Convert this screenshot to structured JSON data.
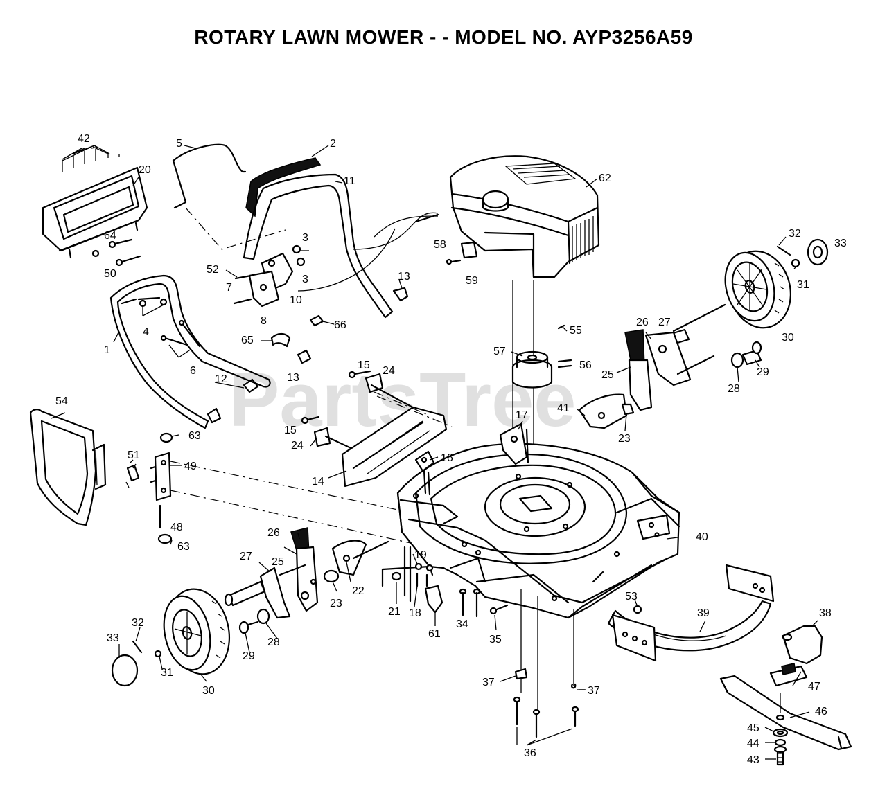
{
  "title": "ROTARY LAWN MOWER - - MODEL NO.  AYP3256A59",
  "watermark": "PartsTree",
  "callouts": [
    {
      "id": "c42",
      "label": "42"
    },
    {
      "id": "c20",
      "label": "20"
    },
    {
      "id": "c64",
      "label": "64"
    },
    {
      "id": "c50",
      "label": "50"
    },
    {
      "id": "c5",
      "label": "5"
    },
    {
      "id": "c2",
      "label": "2"
    },
    {
      "id": "c11",
      "label": "11"
    },
    {
      "id": "c62",
      "label": "62"
    },
    {
      "id": "c58",
      "label": "58"
    },
    {
      "id": "c59",
      "label": "59"
    },
    {
      "id": "c32a",
      "label": "32"
    },
    {
      "id": "c33a",
      "label": "33"
    },
    {
      "id": "c31a",
      "label": "31"
    },
    {
      "id": "c30a",
      "label": "30"
    },
    {
      "id": "c3a",
      "label": "3"
    },
    {
      "id": "c3b",
      "label": "3"
    },
    {
      "id": "c52",
      "label": "52"
    },
    {
      "id": "c7",
      "label": "7"
    },
    {
      "id": "c10",
      "label": "10"
    },
    {
      "id": "c8",
      "label": "8"
    },
    {
      "id": "c13a",
      "label": "13"
    },
    {
      "id": "c66",
      "label": "66"
    },
    {
      "id": "c65",
      "label": "65"
    },
    {
      "id": "c13b",
      "label": "13"
    },
    {
      "id": "c4",
      "label": "4"
    },
    {
      "id": "c1",
      "label": "1"
    },
    {
      "id": "c6",
      "label": "6"
    },
    {
      "id": "c12",
      "label": "12"
    },
    {
      "id": "c55",
      "label": "55"
    },
    {
      "id": "c57",
      "label": "57"
    },
    {
      "id": "c56",
      "label": "56"
    },
    {
      "id": "c26a",
      "label": "26"
    },
    {
      "id": "c27a",
      "label": "27"
    },
    {
      "id": "c25a",
      "label": "25"
    },
    {
      "id": "c28a",
      "label": "28"
    },
    {
      "id": "c29a",
      "label": "29"
    },
    {
      "id": "c15a",
      "label": "15"
    },
    {
      "id": "c24a",
      "label": "24"
    },
    {
      "id": "c41",
      "label": "41"
    },
    {
      "id": "c23a",
      "label": "23"
    },
    {
      "id": "c17",
      "label": "17"
    },
    {
      "id": "c54",
      "label": "54"
    },
    {
      "id": "c15b",
      "label": "15"
    },
    {
      "id": "c24b",
      "label": "24"
    },
    {
      "id": "c63a",
      "label": "63"
    },
    {
      "id": "c16",
      "label": "16"
    },
    {
      "id": "c51",
      "label": "51"
    },
    {
      "id": "c49",
      "label": "49"
    },
    {
      "id": "c14",
      "label": "14"
    },
    {
      "id": "c48",
      "label": "48"
    },
    {
      "id": "c63b",
      "label": "63"
    },
    {
      "id": "c40",
      "label": "40"
    },
    {
      "id": "c26b",
      "label": "26"
    },
    {
      "id": "c27b",
      "label": "27"
    },
    {
      "id": "c25b",
      "label": "25"
    },
    {
      "id": "c19",
      "label": "19"
    },
    {
      "id": "c22",
      "label": "22"
    },
    {
      "id": "c23b",
      "label": "23"
    },
    {
      "id": "c21",
      "label": "21"
    },
    {
      "id": "c18",
      "label": "18"
    },
    {
      "id": "c34",
      "label": "34"
    },
    {
      "id": "c61",
      "label": "61"
    },
    {
      "id": "c35",
      "label": "35"
    },
    {
      "id": "c53",
      "label": "53"
    },
    {
      "id": "c39",
      "label": "39"
    },
    {
      "id": "c38",
      "label": "38"
    },
    {
      "id": "c32b",
      "label": "32"
    },
    {
      "id": "c33b",
      "label": "33"
    },
    {
      "id": "c29b",
      "label": "29"
    },
    {
      "id": "c28b",
      "label": "28"
    },
    {
      "id": "c31b",
      "label": "31"
    },
    {
      "id": "c30b",
      "label": "30"
    },
    {
      "id": "c37a",
      "label": "37"
    },
    {
      "id": "c37b",
      "label": "37"
    },
    {
      "id": "c47",
      "label": "47"
    },
    {
      "id": "c46",
      "label": "46"
    },
    {
      "id": "c36",
      "label": "36"
    },
    {
      "id": "c45",
      "label": "45"
    },
    {
      "id": "c44",
      "label": "44"
    },
    {
      "id": "c43",
      "label": "43"
    }
  ]
}
